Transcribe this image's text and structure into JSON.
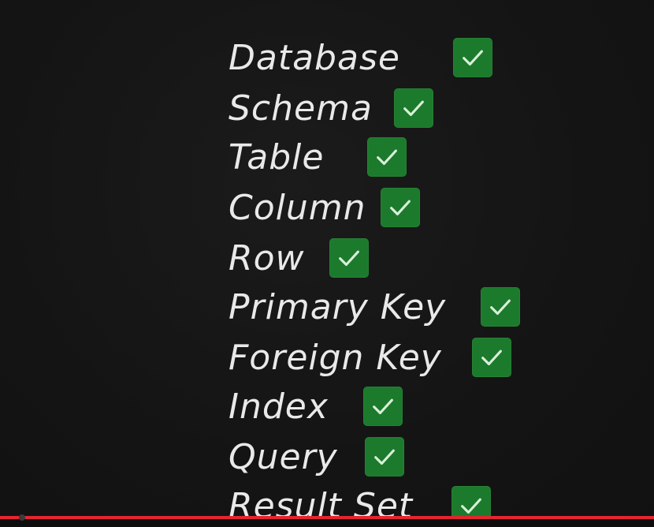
{
  "checklist": {
    "items": [
      {
        "label": "Database",
        "checked": true
      },
      {
        "label": "Schema",
        "checked": true
      },
      {
        "label": "Table",
        "checked": true
      },
      {
        "label": "Column",
        "checked": true
      },
      {
        "label": "Row",
        "checked": true
      },
      {
        "label": "Primary Key",
        "checked": true
      },
      {
        "label": "Foreign Key",
        "checked": true
      },
      {
        "label": "Index",
        "checked": true
      },
      {
        "label": "Query",
        "checked": true
      },
      {
        "label": "Result Set",
        "checked": true
      }
    ],
    "check_color": "#1c7a2c",
    "icon": "checkmark-icon"
  },
  "player": {
    "progress_color": "#e4252f",
    "progress_fraction": 1.0
  }
}
